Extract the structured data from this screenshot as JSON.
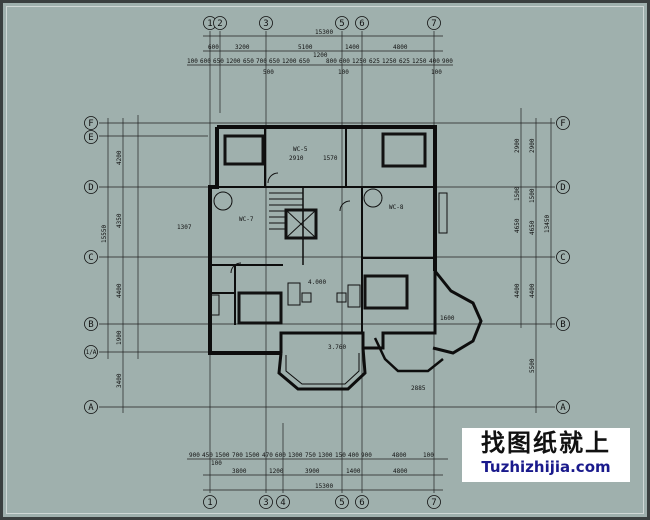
{
  "axes": {
    "vertical_top": [
      "1",
      "2",
      "3",
      "5",
      "6",
      "7"
    ],
    "vertical_bottom": [
      "1",
      "3",
      "4",
      "5",
      "6",
      "7"
    ],
    "horizontal": [
      "F",
      "E",
      "D",
      "C",
      "B",
      "1/A",
      "A"
    ]
  },
  "top_dims": {
    "overall": "15300",
    "row2": [
      "600",
      "3200",
      "5100",
      "1400",
      "4800"
    ],
    "mid": "1200",
    "row3": [
      "100",
      "600",
      "650",
      "1200",
      "650",
      "700",
      "650",
      "1200",
      "650",
      "800",
      "600",
      "1250",
      "625",
      "1250",
      "625",
      "1250",
      "400",
      "900"
    ],
    "sub": [
      "500",
      "100",
      "100"
    ]
  },
  "bottom_dims": {
    "overall": "15300",
    "row2": [
      "3800",
      "1200",
      "3900",
      "1400",
      "4800"
    ],
    "row3": [
      "900",
      "450",
      "1500",
      "700",
      "1500",
      "470",
      "600",
      "1300",
      "750",
      "1300",
      "150",
      "400",
      "900",
      "4800",
      "100"
    ],
    "sub": "100"
  },
  "left_dims": {
    "overall": "15550",
    "segments": [
      "4200",
      "4350",
      "4400",
      "1900",
      "3400"
    ],
    "small": "1307"
  },
  "right_dims": {
    "overall": "13450",
    "segments": [
      "2900",
      "1500",
      "4650",
      "4400",
      "5500"
    ],
    "inner": [
      "2900",
      "1500",
      "4650",
      "4400"
    ]
  },
  "rooms": {
    "wc5": "WC-5",
    "wc7": "WC-7",
    "wc8": "WC-8",
    "d2910": "2910",
    "d1570": "1570",
    "level_living": "4.000",
    "level_balcony": "3.760",
    "d1600": "1600",
    "d2885": "2885"
  },
  "watermark": {
    "chinese": "找图纸就上",
    "url": "Tuzhizhijia.com"
  },
  "colors": {
    "background": "#9fb0ad",
    "lines": "#111111",
    "watermark_url": "#1a1a8c"
  }
}
